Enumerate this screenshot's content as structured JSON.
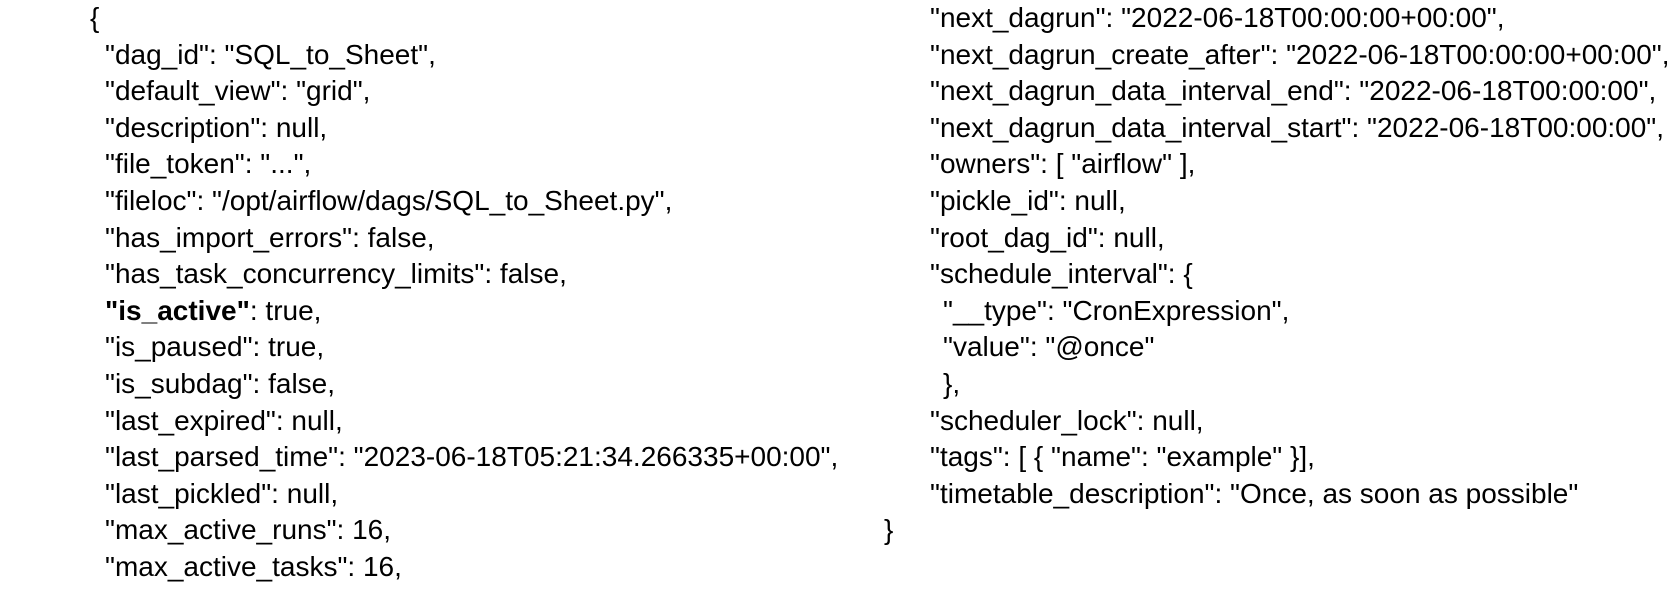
{
  "page": {
    "background_color": "#ffffff",
    "text_color": "#000000",
    "content_kind": "json-api-response"
  },
  "json_document": {
    "root_object": "Airflow DAG detail",
    "columns": [
      {
        "name": "left",
        "lines": [
          {
            "ind": 0,
            "text": "{"
          },
          {
            "ind": 1,
            "text": "\"dag_id\": \"SQL_to_Sheet\","
          },
          {
            "ind": 1,
            "text": "\"default_view\": \"grid\","
          },
          {
            "ind": 1,
            "text": "\"description\": null,"
          },
          {
            "ind": 1,
            "text": "\"file_token\": \"...\","
          },
          {
            "ind": 1,
            "text": "\"fileloc\": \"/opt/airflow/dags/SQL_to_Sheet.py\","
          },
          {
            "ind": 1,
            "text": "\"has_import_errors\": false,"
          },
          {
            "ind": 1,
            "text": "\"has_task_concurrency_limits\": false,"
          },
          {
            "ind": 1,
            "segments": [
              {
                "text": "\"is_active\"",
                "bold": true
              },
              {
                "text": ": true,",
                "bold": false
              }
            ]
          },
          {
            "ind": 1,
            "text": "\"is_paused\": true,"
          },
          {
            "ind": 1,
            "text": "\"is_subdag\": false,"
          },
          {
            "ind": 1,
            "text": "\"last_expired\": null,"
          },
          {
            "ind": 1,
            "text": "\"last_parsed_time\": \"2023-06-18T05:21:34.266335+00:00\","
          },
          {
            "ind": 1,
            "text": "\"last_pickled\": null,"
          },
          {
            "ind": 1,
            "text": "\"max_active_runs\": 16,"
          },
          {
            "ind": 1,
            "text": "\"max_active_tasks\": 16,"
          }
        ]
      },
      {
        "name": "right",
        "lines": [
          {
            "ind": 1,
            "text": "\"next_dagrun\": \"2022-06-18T00:00:00+00:00\","
          },
          {
            "ind": 1,
            "text": "\"next_dagrun_create_after\": \"2022-06-18T00:00:00+00:00\","
          },
          {
            "ind": 1,
            "text": "\"next_dagrun_data_interval_end\": \"2022-06-18T00:00:00\","
          },
          {
            "ind": 1,
            "text": "\"next_dagrun_data_interval_start\": \"2022-06-18T00:00:00\","
          },
          {
            "ind": 1,
            "text": "\"owners\": [ \"airflow\" ],"
          },
          {
            "ind": 1,
            "text": "\"pickle_id\": null,"
          },
          {
            "ind": 1,
            "text": "\"root_dag_id\": null,"
          },
          {
            "ind": 1,
            "text": "\"schedule_interval\": {"
          },
          {
            "ind": 2,
            "text": "\"__type\": \"CronExpression\","
          },
          {
            "ind": 2,
            "text": "\"value\": \"@once\""
          },
          {
            "ind": 2,
            "text": "},"
          },
          {
            "ind": 1,
            "text": "\"scheduler_lock\": null,"
          },
          {
            "ind": 1,
            "text": "\"tags\": [ { \"name\": \"example\" }],"
          },
          {
            "ind": 1,
            "text": "\"timetable_description\": \"Once, as soon as possible\""
          },
          {
            "ind": 0,
            "text": "}"
          }
        ]
      }
    ]
  }
}
